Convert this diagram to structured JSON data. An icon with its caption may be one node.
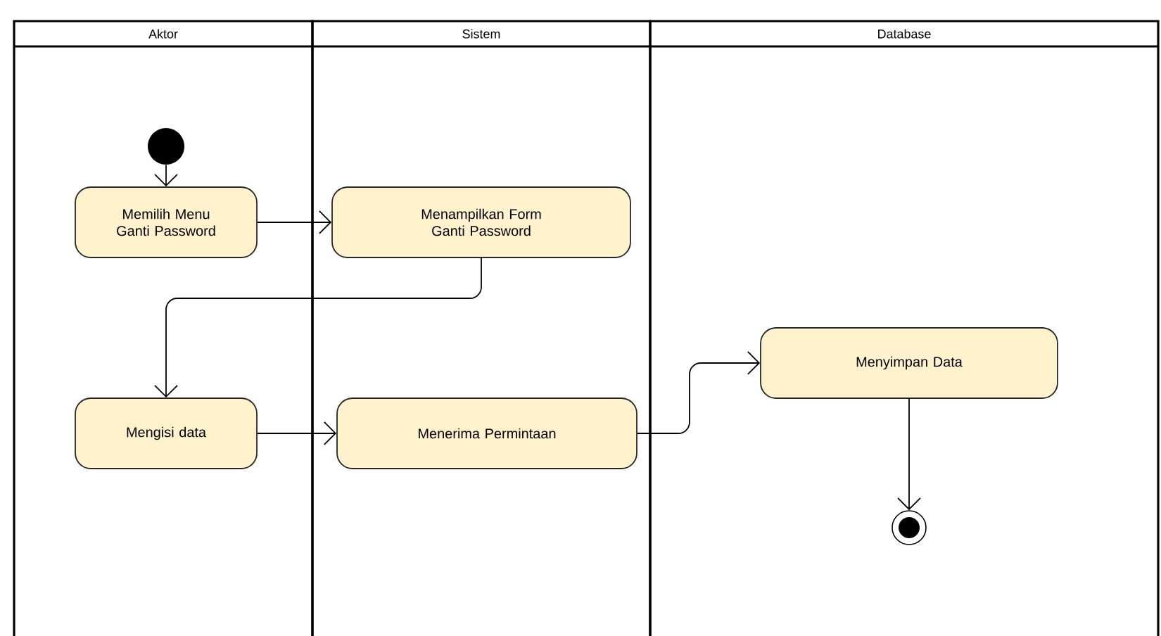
{
  "diagram": {
    "nodes": [
      {
        "text": [
          "Aktor"
        ]
      },
      {
        "text": [
          "Sistem"
        ]
      },
      {
        "text": [
          "Database"
        ]
      },
      {
        "text": [],
        "shape": "circle",
        "in": 0
      },
      {
        "text": [
          "Memilih Menu Ganti Password"
        ],
        "in": 0
      },
      {
        "text": [
          "Menampilkan Form Ganti Password"
        ],
        "in": 1
      },
      {
        "text": [
          "Mengisi data"
        ],
        "in": 0
      },
      {
        "text": [
          "Menerima Permintaan"
        ],
        "in": 1
      },
      {
        "text": [
          "Menyimpan Data"
        ],
        "in": 2
      },
      {
        "text": [],
        "shape": "bullseye",
        "in": 2
      }
    ],
    "edges": [
      {
        "from": 3,
        "to": 4,
        "arrow": "to"
      },
      {
        "from": 4,
        "to": 5,
        "arrow": "to"
      },
      {
        "from": 5,
        "to": 6,
        "arrow": "to"
      },
      {
        "from": 6,
        "to": 7,
        "arrow": "to"
      },
      {
        "from": 7,
        "to": 8,
        "arrow": "to"
      },
      {
        "from": 8,
        "to": 9,
        "arrow": "to"
      }
    ]
  }
}
